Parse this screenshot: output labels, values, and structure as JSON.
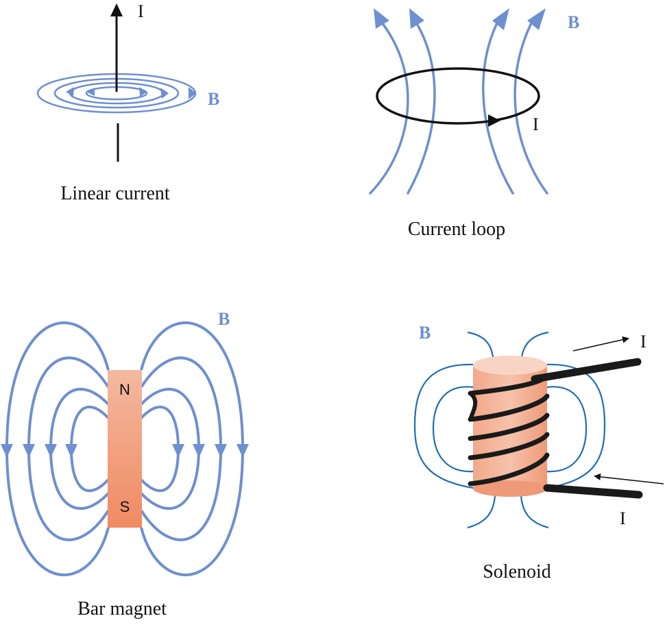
{
  "colors": {
    "field": "#6e8fd0",
    "field_dark": "#1f6cb5",
    "current": "#111111",
    "magnet_top": "#f4b9a0",
    "magnet_bottom": "#f08a62",
    "label_B": "#6e8fd0"
  },
  "panels": {
    "linear": {
      "caption": "Linear current",
      "current_label": "I",
      "field_label": "B"
    },
    "loop": {
      "caption": "Current loop",
      "current_label": "I",
      "field_label": "B"
    },
    "magnet": {
      "caption": "Bar magnet",
      "field_label": "B",
      "north": "N",
      "south": "S"
    },
    "solenoid": {
      "caption": "Solenoid",
      "field_label": "B",
      "current_in_label": "I",
      "current_out_label": "I"
    }
  }
}
